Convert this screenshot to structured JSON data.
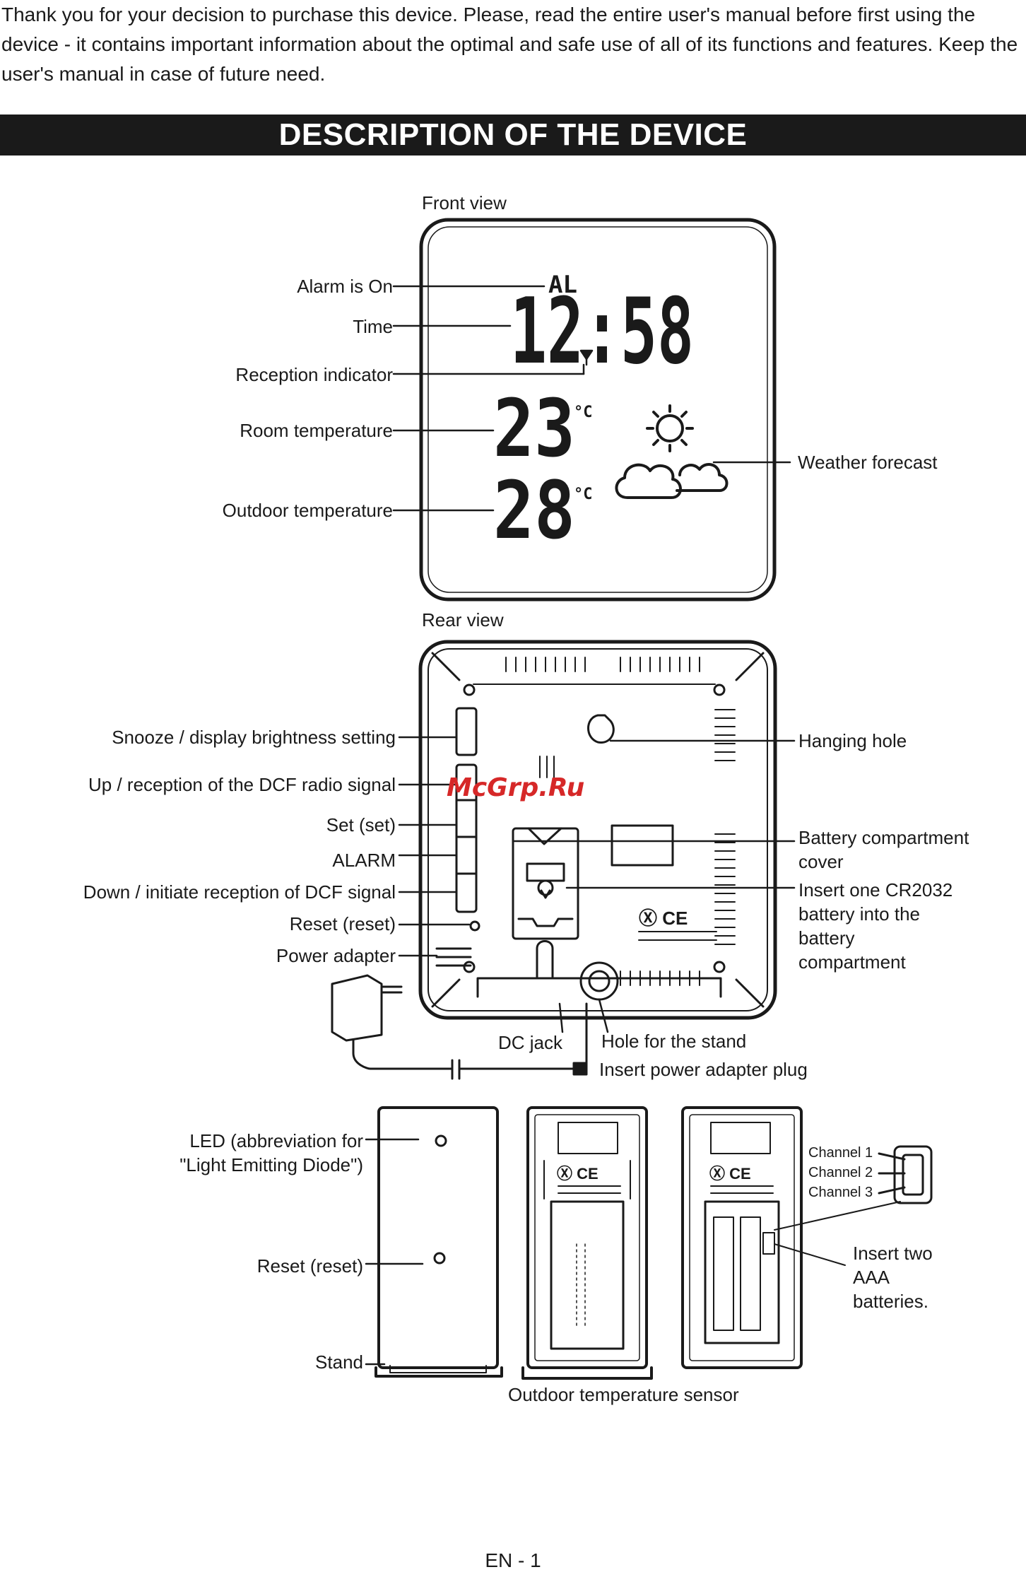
{
  "intro": "Thank you for your decision to purchase this device. Please, read the entire user's manual before first using the device - it contains important information about the optimal and safe use of all of its functions and features. Keep the user's manual in case of future need.",
  "section_title": "DESCRIPTION OF THE DEVICE",
  "front": {
    "view_label": "Front view",
    "display": {
      "alarm": "AL",
      "time": "12:58",
      "room_temp": "23",
      "outdoor_temp": "28",
      "unit": "°C"
    },
    "labels": {
      "alarm": "Alarm is On",
      "time": "Time",
      "reception": "Reception indicator",
      "room_temp": "Room temperature",
      "outdoor_temp": "Outdoor temperature",
      "forecast": "Weather forecast"
    }
  },
  "rear": {
    "view_label": "Rear view",
    "labels": {
      "snooze": "Snooze / display brightness setting",
      "up": "Up  / reception of the DCF radio signal",
      "set": "Set (set)",
      "alarm": "ALARM",
      "down": "Down / initiate reception of DCF signal",
      "reset": "Reset (reset)",
      "power": "Power adapter",
      "hanging": "Hanging hole",
      "battery_cover": "Battery compartment cover",
      "battery_insert": "Insert one CR2032 battery into the battery compartment",
      "dc_jack": "DC jack",
      "stand_hole": "Hole for the stand",
      "plug": "Insert power adapter plug"
    }
  },
  "sensor": {
    "caption": "Outdoor temperature sensor",
    "labels": {
      "led": "LED (abbreviation for \"Light Emitting Diode\")",
      "reset": "Reset (reset)",
      "stand": "Stand",
      "channel1": "Channel 1",
      "channel2": "Channel 2",
      "channel3": "Channel 3",
      "batteries": "Insert two AAA batteries."
    }
  },
  "watermark": "McGrp.Ru",
  "footer": "EN - 1"
}
